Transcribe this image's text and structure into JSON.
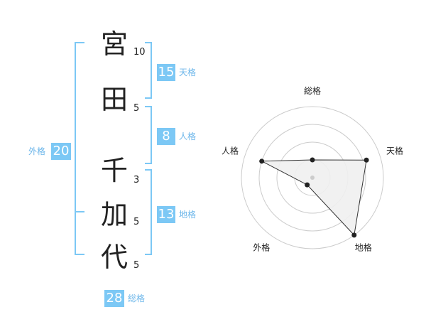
{
  "name": {
    "chars": [
      {
        "char": "宮",
        "strokes": "10"
      },
      {
        "char": "田",
        "strokes": "5"
      },
      {
        "char": "千",
        "strokes": "3"
      },
      {
        "char": "加",
        "strokes": "5"
      },
      {
        "char": "代",
        "strokes": "5"
      }
    ]
  },
  "fortune": {
    "tenkaku": {
      "value": "15",
      "label": "天格"
    },
    "jinkaku": {
      "value": "8",
      "label": "人格"
    },
    "chikaku": {
      "value": "13",
      "label": "地格"
    },
    "gaikaku": {
      "value": "20",
      "label": "外格"
    },
    "soukaku": {
      "value": "28",
      "label": "総格"
    }
  },
  "colors": {
    "accent": "#7cc8f5",
    "bracket": "#7cc8f5",
    "label": "#6cb6ea",
    "text": "#222222",
    "radar_fill": "#f0f0f0",
    "radar_grid": "#cccccc"
  },
  "chart_data": {
    "type": "radar",
    "axes": [
      "総格",
      "天格",
      "地格",
      "外格",
      "人格"
    ],
    "rings": 4,
    "max": 4,
    "values": [
      1,
      3.2,
      4,
      0.5,
      3
    ]
  }
}
